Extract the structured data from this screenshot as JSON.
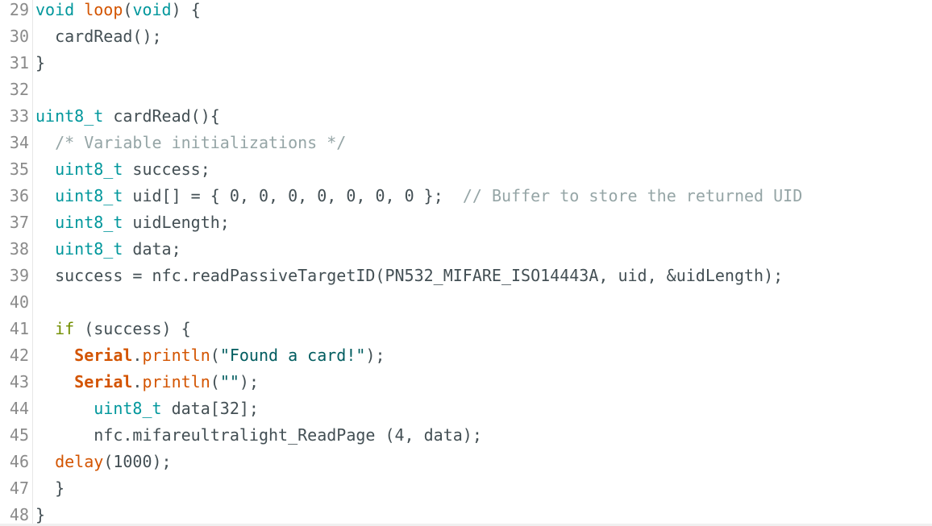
{
  "editor": {
    "colors": {
      "type": "#00979c",
      "keyword": "#728e00",
      "function": "#d35400",
      "comment": "#95a5a6",
      "string": "#005c5f",
      "plain": "#434f54",
      "line_number": "#8a8a8a"
    },
    "lines": [
      {
        "n": "29",
        "tokens": [
          {
            "t": "type",
            "v": "void"
          },
          {
            "t": "plain",
            "v": " "
          },
          {
            "t": "func",
            "v": "loop"
          },
          {
            "t": "plain",
            "v": "("
          },
          {
            "t": "type",
            "v": "void"
          },
          {
            "t": "plain",
            "v": ") {"
          }
        ]
      },
      {
        "n": "30",
        "tokens": [
          {
            "t": "plain",
            "v": "  cardRead();"
          }
        ]
      },
      {
        "n": "31",
        "tokens": [
          {
            "t": "plain",
            "v": "}"
          }
        ]
      },
      {
        "n": "32",
        "tokens": []
      },
      {
        "n": "33",
        "tokens": [
          {
            "t": "type",
            "v": "uint8_t"
          },
          {
            "t": "plain",
            "v": " cardRead(){"
          }
        ]
      },
      {
        "n": "34",
        "tokens": [
          {
            "t": "plain",
            "v": "  "
          },
          {
            "t": "cmt",
            "v": "/* Variable initializations */"
          }
        ]
      },
      {
        "n": "35",
        "tokens": [
          {
            "t": "plain",
            "v": "  "
          },
          {
            "t": "type",
            "v": "uint8_t"
          },
          {
            "t": "plain",
            "v": " success;"
          }
        ]
      },
      {
        "n": "36",
        "tokens": [
          {
            "t": "plain",
            "v": "  "
          },
          {
            "t": "type",
            "v": "uint8_t"
          },
          {
            "t": "plain",
            "v": " uid[] = { 0, 0, 0, 0, 0, 0, 0 };  "
          },
          {
            "t": "cmt",
            "v": "// Buffer to store the returned UID"
          }
        ]
      },
      {
        "n": "37",
        "tokens": [
          {
            "t": "plain",
            "v": "  "
          },
          {
            "t": "type",
            "v": "uint8_t"
          },
          {
            "t": "plain",
            "v": " uidLength;"
          }
        ]
      },
      {
        "n": "38",
        "tokens": [
          {
            "t": "plain",
            "v": "  "
          },
          {
            "t": "type",
            "v": "uint8_t"
          },
          {
            "t": "plain",
            "v": " data;"
          }
        ]
      },
      {
        "n": "39",
        "tokens": [
          {
            "t": "plain",
            "v": "  success = nfc.readPassiveTargetID(PN532_MIFARE_ISO14443A, uid, &uidLength);"
          }
        ]
      },
      {
        "n": "40",
        "tokens": []
      },
      {
        "n": "41",
        "tokens": [
          {
            "t": "plain",
            "v": "  "
          },
          {
            "t": "flow",
            "v": "if"
          },
          {
            "t": "plain",
            "v": " (success) {"
          }
        ]
      },
      {
        "n": "42",
        "tokens": [
          {
            "t": "plain",
            "v": "    "
          },
          {
            "t": "class",
            "v": "Serial"
          },
          {
            "t": "plain",
            "v": "."
          },
          {
            "t": "func",
            "v": "println"
          },
          {
            "t": "plain",
            "v": "("
          },
          {
            "t": "str",
            "v": "\"Found a card!\""
          },
          {
            "t": "plain",
            "v": ");"
          }
        ]
      },
      {
        "n": "43",
        "tokens": [
          {
            "t": "plain",
            "v": "    "
          },
          {
            "t": "class",
            "v": "Serial"
          },
          {
            "t": "plain",
            "v": "."
          },
          {
            "t": "func",
            "v": "println"
          },
          {
            "t": "plain",
            "v": "("
          },
          {
            "t": "str",
            "v": "\"\""
          },
          {
            "t": "plain",
            "v": ");"
          }
        ]
      },
      {
        "n": "44",
        "tokens": [
          {
            "t": "plain",
            "v": "      "
          },
          {
            "t": "type",
            "v": "uint8_t"
          },
          {
            "t": "plain",
            "v": " data[32];"
          }
        ]
      },
      {
        "n": "45",
        "tokens": [
          {
            "t": "plain",
            "v": "      nfc.mifareultralight_ReadPage (4, data);"
          }
        ]
      },
      {
        "n": "46",
        "tokens": [
          {
            "t": "plain",
            "v": "  "
          },
          {
            "t": "func",
            "v": "delay"
          },
          {
            "t": "plain",
            "v": "(1000);"
          }
        ]
      },
      {
        "n": "47",
        "tokens": [
          {
            "t": "plain",
            "v": "  }"
          }
        ]
      },
      {
        "n": "48",
        "tokens": [
          {
            "t": "plain",
            "v": "}"
          }
        ]
      }
    ]
  }
}
